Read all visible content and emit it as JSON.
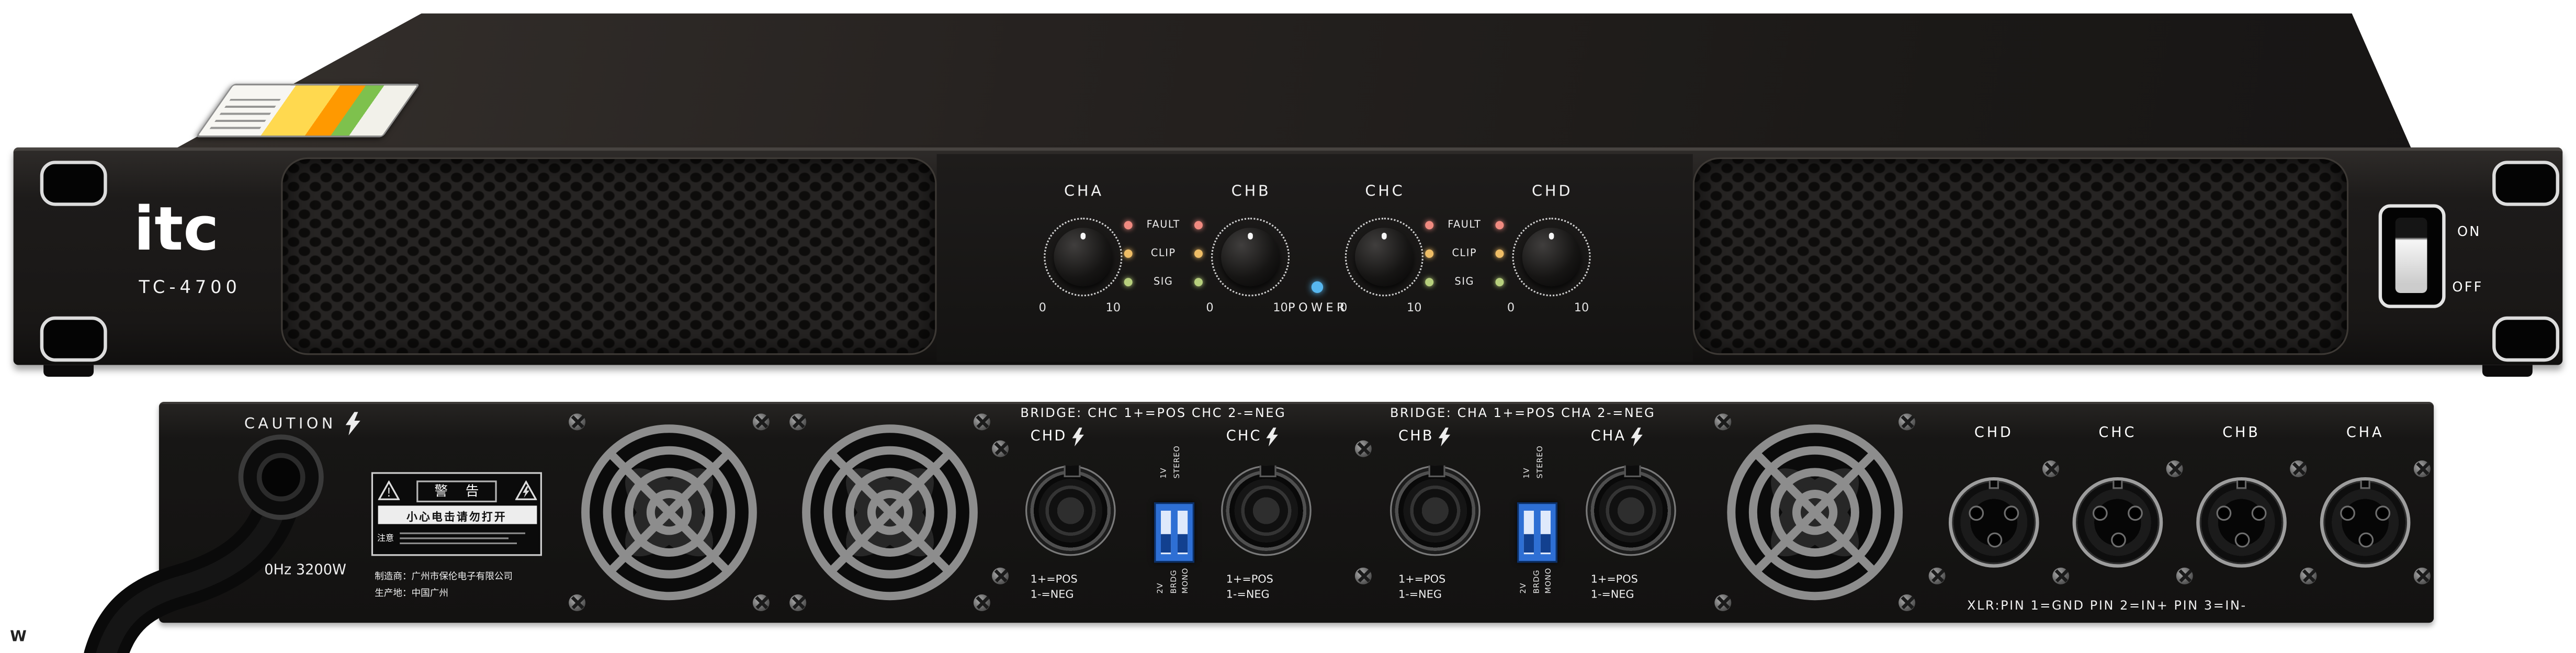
{
  "colors": {
    "fault": "#f08a80",
    "clip": "#eebd66",
    "sig": "#b7cf7d",
    "power": "#57b7ef",
    "dip": "#2e6fd4"
  },
  "front": {
    "brand": "itc",
    "model": "TC-4700",
    "power_label": "POWER",
    "switch_on": "ON",
    "switch_off": "OFF",
    "scale_min": "0",
    "scale_max": "10",
    "channels": [
      {
        "label": "CHA"
      },
      {
        "label": "CHB"
      },
      {
        "label": "CHC"
      },
      {
        "label": "CHD"
      }
    ],
    "leds": {
      "fault": "FAULT",
      "clip": "CLIP",
      "sig": "SIG"
    }
  },
  "rear": {
    "caution": "CAUTION",
    "power_rating": "0Hz 3200W",
    "warning": {
      "title": "警 告",
      "subtitle": "小心电击请勿打开",
      "side": "注意"
    },
    "manufacturer": "制造商：广州市保伦电子有限公司",
    "origin": "生产地：中国广州",
    "dip_labels": [
      "2V",
      "1V",
      "STEREO",
      "BRDG",
      "MONO"
    ],
    "groups": [
      {
        "bridge": "BRIDGE: CHC 1+=POS   CHC 2-=NEG",
        "connectors": [
          {
            "label": "CHD",
            "pos": "1+=POS",
            "neg": "1-=NEG"
          },
          {
            "label": "CHC",
            "pos": "1+=POS",
            "neg": "1-=NEG"
          }
        ]
      },
      {
        "bridge": "BRIDGE: CHA 1+=POS   CHA 2-=NEG",
        "connectors": [
          {
            "label": "CHB",
            "pos": "1+=POS",
            "neg": "1-=NEG"
          },
          {
            "label": "CHA",
            "pos": "1+=POS",
            "neg": "1-=NEG"
          }
        ]
      }
    ],
    "xlr": {
      "channels": [
        {
          "label": "CHD"
        },
        {
          "label": "CHC"
        },
        {
          "label": "CHB"
        },
        {
          "label": "CHA"
        }
      ],
      "pin_info": "XLR:PIN 1=GND PIN 2=IN+ PIN 3=IN-"
    }
  },
  "watermark": "W"
}
